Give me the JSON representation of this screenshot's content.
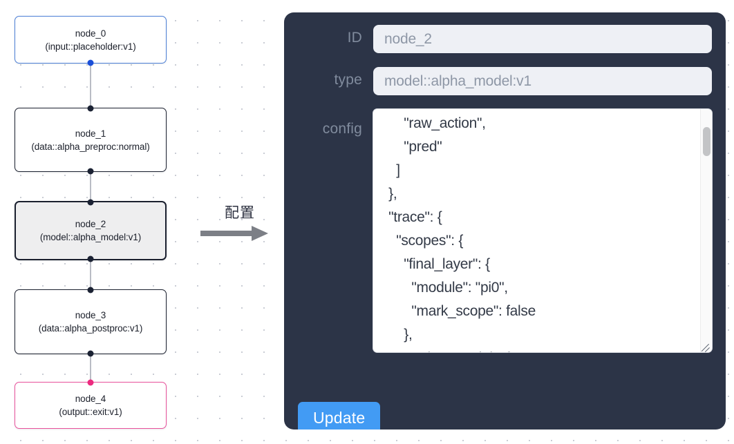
{
  "graph": {
    "nodes": [
      {
        "id": "node_0",
        "type": "(input::placeholder:v1)",
        "state": "input"
      },
      {
        "id": "node_1",
        "type": "(data::alpha_preproc:normal)",
        "state": "default"
      },
      {
        "id": "node_2",
        "type": "(model::alpha_model:v1)",
        "state": "selected"
      },
      {
        "id": "node_3",
        "type": "(data::alpha_postproc:v1)",
        "state": "default"
      },
      {
        "id": "node_4",
        "type": "(output::exit:v1)",
        "state": "output"
      }
    ],
    "edges": [
      {
        "from": "node_0",
        "to": "node_1"
      },
      {
        "from": "node_1",
        "to": "node_2"
      },
      {
        "from": "node_2",
        "to": "node_3"
      },
      {
        "from": "node_3",
        "to": "node_4"
      }
    ],
    "colors": {
      "input_border": "#4a7ed6",
      "output_border": "#e8509b",
      "default_border": "#1a1f2e",
      "selected_fill": "#eeeeef",
      "handle": "#1b2233",
      "handle_input": "#1a4fd8",
      "handle_output": "#ec2a7f",
      "edge": "#b9bcc4"
    }
  },
  "transition": {
    "label": "配置",
    "arrow_color": "#7c7f86"
  },
  "inspector": {
    "fields": {
      "id": {
        "label": "ID",
        "value": "node_2"
      },
      "type": {
        "label": "type",
        "value": "model::alpha_model:v1"
      },
      "config": {
        "label": "config",
        "value": "        \"raw_action\",\n        \"pred\"\n      ]\n    },\n    \"trace\": {\n      \"scopes\": {\n        \"final_layer\": {\n          \"module\": \"pi0\",\n          \"mark_scope\": false\n        },\n        \"action_model\": {"
      }
    },
    "update_button": "Update",
    "colors": {
      "panel_bg": "#2c3447",
      "label": "#808b9d",
      "input_bg": "#eef0f5",
      "input_text": "#8e97a6",
      "button_bg": "#429bf4",
      "textarea_text": "#333a47"
    }
  }
}
